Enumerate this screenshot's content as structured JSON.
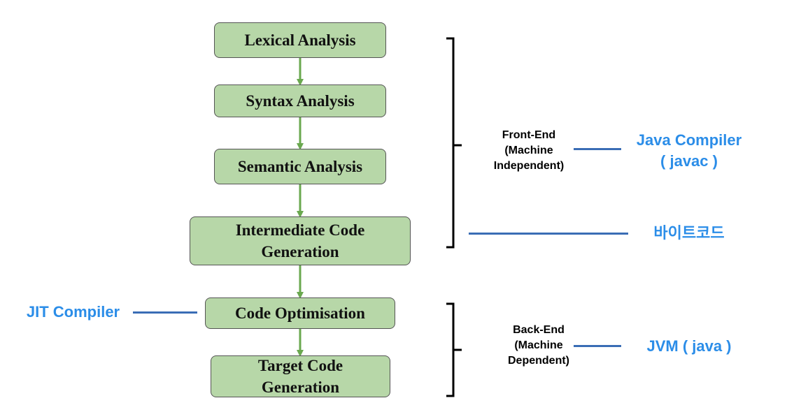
{
  "stages": [
    {
      "id": "lexical",
      "label": "Lexical Analysis"
    },
    {
      "id": "syntax",
      "label": "Syntax Analysis"
    },
    {
      "id": "semantic",
      "label": "Semantic Analysis"
    },
    {
      "id": "intermediate",
      "label": "Intermediate Code\nGeneration"
    },
    {
      "id": "optimisation",
      "label": "Code Optimisation"
    },
    {
      "id": "target",
      "label": "Target Code\nGeneration"
    }
  ],
  "groups": {
    "front_end": {
      "label": "Front-End\n(Machine\nIndependent)",
      "tool": "Java Compiler\n( javac )"
    },
    "back_end": {
      "label": "Back-End\n(Machine\nDependent)",
      "tool": "JVM ( java )"
    }
  },
  "annotations": {
    "bytecode": "바이트코드",
    "jit": "JIT Compiler"
  },
  "colors": {
    "box_fill": "#b7d7a8",
    "arrow": "#6aa84f",
    "connector": "#3a6db5",
    "label_blue": "#2b8de8"
  }
}
